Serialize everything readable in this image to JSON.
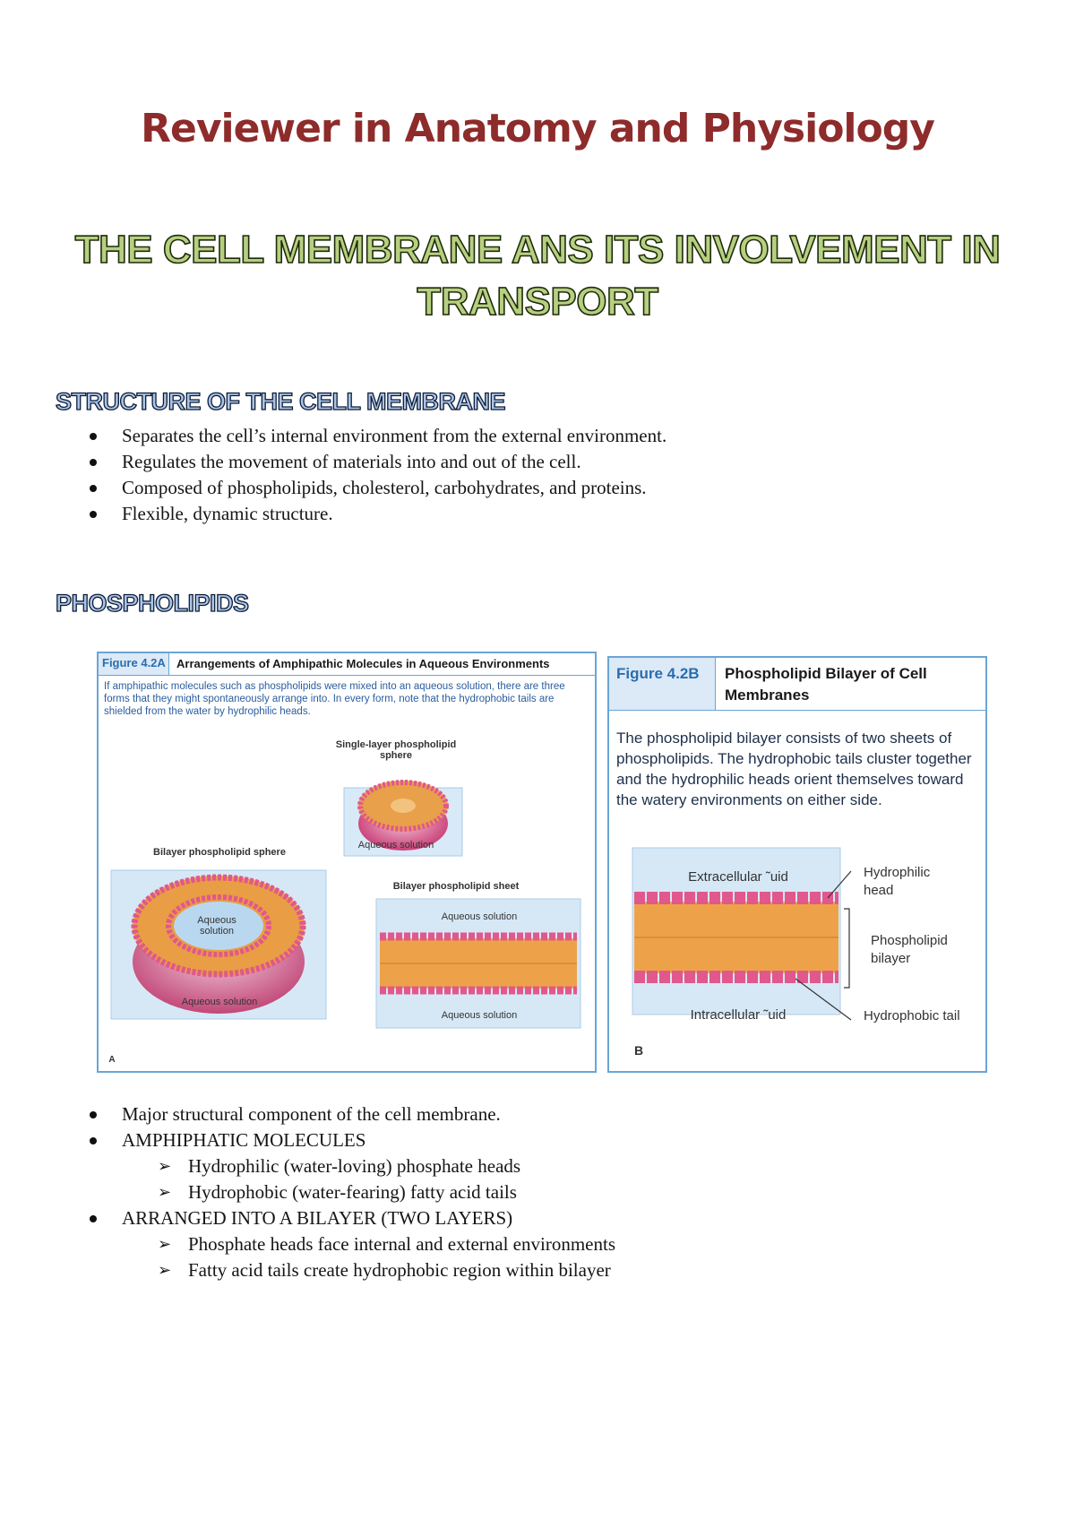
{
  "header": {
    "reviewer_title": "Reviewer in Anatomy and Physiology",
    "main_title": "THE CELL MEMBRANE ANS ITS INVOLVEMENT IN TRANSPORT"
  },
  "structure": {
    "heading": "STRUCTURE OF THE CELL MEMBRANE",
    "bullets": [
      "Separates the cell’s internal environment from the external environment.",
      "Regulates the movement of materials into and out of the cell.",
      "Composed of phospholipids, cholesterol, carbohydrates, and proteins.",
      "Flexible, dynamic structure."
    ]
  },
  "phospholipids": {
    "heading": "PHOSPHOLIPIDS",
    "bullets": [
      "Major structural component of the cell membrane.",
      "AMPHIPHATIC MOLECULES",
      "Hydrophilic (water-loving) phosphate heads",
      "Hydrophobic (water-fearing) fatty acid tails",
      "ARRANGED INTO A BILAYER (TWO LAYERS)",
      "Phosphate heads face internal and external environments",
      "Fatty acid tails create hydrophobic region within bilayer"
    ]
  },
  "figure_a": {
    "number": "Figure 4.2A",
    "title": "Arrangements of Amphipathic Molecules in Aqueous Environments",
    "description": "If amphipathic molecules such as phospholipids were mixed into an aqueous solution, there are three forms that they might spontaneously arrange into. In every form, note that the hydrophobic tails are shielded from the water by hydrophilic heads.",
    "single_layer_label": "Single-layer phospholipid sphere",
    "bilayer_sphere_label": "Bilayer phospholipid sphere",
    "bilayer_sheet_label": "Bilayer phospholipid sheet",
    "aqueous_inner": "Aqueous solution",
    "aqueous_1": "Aqueous solution",
    "aqueous_2": "Aqueous solution",
    "aqueous_3": "Aqueous solution",
    "aqueous_4": "Aqueous solution",
    "panel_letter": "A"
  },
  "figure_b": {
    "number": "Figure 4.2B",
    "title": "Phospholipid Bilayer of Cell Membranes",
    "description": "The phospholipid bilayer consists of two sheets of phospholipids. The hydrophobic tails cluster together and the hydrophilic heads orient themselves toward the watery environments on either side.",
    "extracellular": "Extracellular ˜uid",
    "intracellular": "Intracellular ˜uid",
    "hydrophilic_head": "Hydrophilic head",
    "phospholipid_bilayer": "Phospholipid bilayer",
    "hydrophobic_tail": "Hydrophobic tail",
    "panel_letter": "B"
  },
  "colors": {
    "reviewer_title": "#8e2b2b",
    "main_title_fill": "#b7cf80",
    "section_heading_fill": "#a9c4e8",
    "figure_border": "#6aa5d6",
    "phospholipid_head": "#e0588c",
    "phospholipid_tail": "#e2a048"
  }
}
